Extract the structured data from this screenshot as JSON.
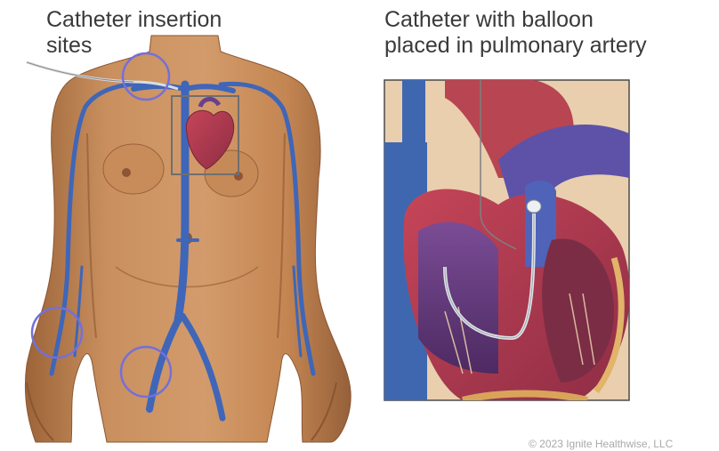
{
  "labels": {
    "insertion_sites": "Catheter insertion\nsites",
    "balloon": "Catheter with balloon\nplaced in pulmonary artery"
  },
  "copyright": "© 2023 Ignite Healthwise, LLC",
  "colors": {
    "skin": "#c58a5a",
    "skin_shadow": "#a46a3f",
    "vein": "#3f66b8",
    "site_circle": "#7470d8",
    "heart_red": "#b4364a",
    "heart_purple": "#6a3f8c",
    "catheter": "#dfe3e8"
  },
  "icons": [
    "catheter-insertion-site-circle",
    "heart-detail-box"
  ]
}
